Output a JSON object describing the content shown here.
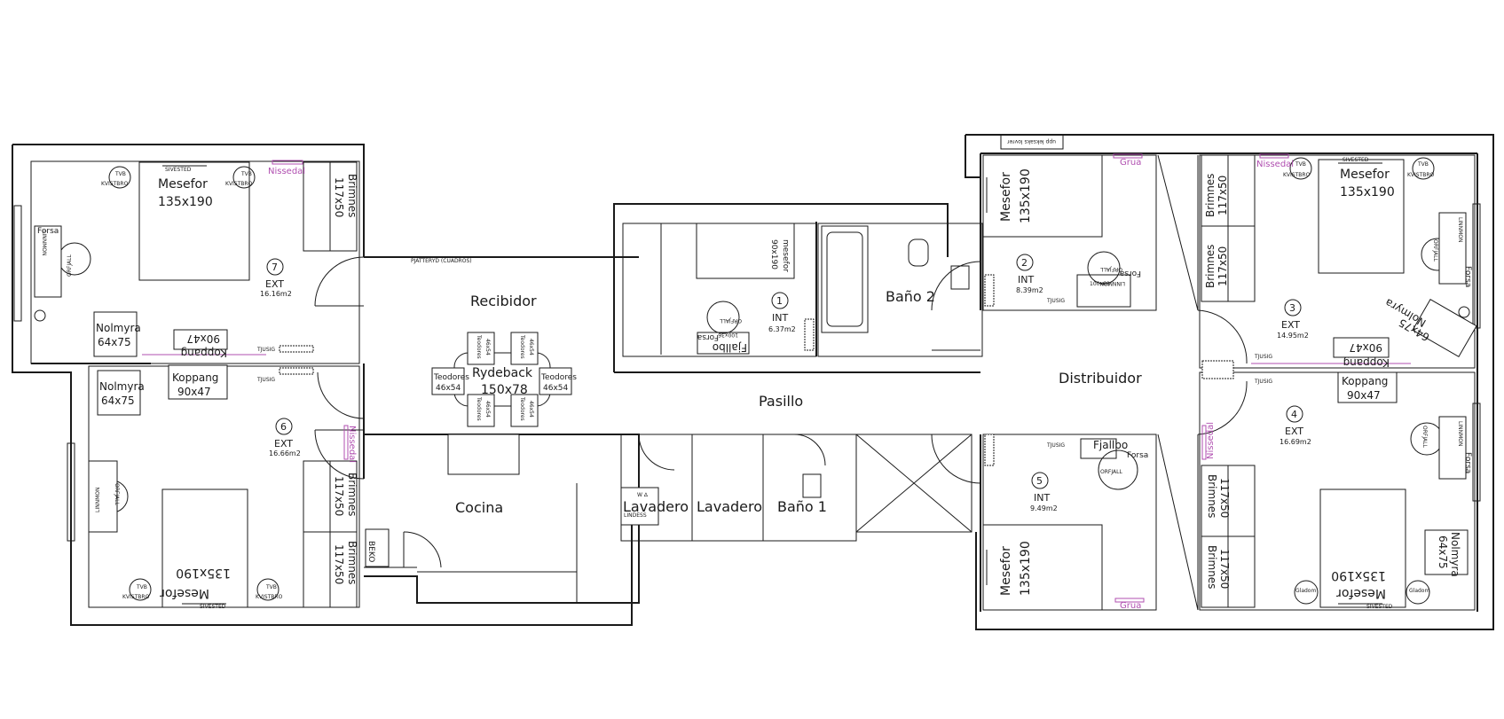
{
  "rooms": [
    {
      "id": "recibidor",
      "name": "Recibidor"
    },
    {
      "id": "pasillo",
      "name": "Pasillo"
    },
    {
      "id": "cocina",
      "name": "Cocina"
    },
    {
      "id": "lavadero1",
      "name": "Lavadero"
    },
    {
      "id": "lavadero2",
      "name": "Lavadero"
    },
    {
      "id": "bano1",
      "name": "Baño 1"
    },
    {
      "id": "bano2",
      "name": "Baño 2"
    },
    {
      "id": "distribuidor",
      "name": "Distribuidor"
    }
  ],
  "bedrooms": [
    {
      "num": "1",
      "type": "INT",
      "area": "6.37m2"
    },
    {
      "num": "2",
      "type": "INT",
      "area": "8.39m2"
    },
    {
      "num": "3",
      "type": "EXT",
      "area": "14.95m2"
    },
    {
      "num": "4",
      "type": "EXT",
      "area": "16.69m2"
    },
    {
      "num": "5",
      "type": "INT",
      "area": "9.49m2"
    },
    {
      "num": "6",
      "type": "EXT",
      "area": "16.66m2"
    },
    {
      "num": "7",
      "type": "EXT",
      "area": "16.16m2"
    }
  ],
  "furniture": {
    "mesefor_name": "Mesefor",
    "mesefor_size": "135x190",
    "mesefor_size_upside": "135x190",
    "brimnes_name": "Brimnes",
    "brimnes_size": "117x50",
    "koppang_name": "Koppang",
    "koppang_size": "90x47",
    "nolmyra_name": "Nolmyra",
    "nolmyra_size": "64x75",
    "rydeback_name": "Rydeback",
    "rydeback_size": "150x78",
    "teodores_name": "Teodores",
    "teodores_size": "46x54",
    "orfjall": "ORFJALL",
    "kvistbro": "KVISTBRO",
    "tvb": "TVB",
    "nissedal": "Nissedal",
    "linnmon": "LINNMON",
    "forsa": "Forsa",
    "tjusig": "TJUSIG",
    "fjallbo": "Fjallbo",
    "beko": "BEKO",
    "grua": "Grua",
    "pjatteryd": "PJÄTTERYD (CUADROS)",
    "sivested": "SIVESTED",
    "mesefor_small": "90x190",
    "mesefor_small_name": "mesefor",
    "fjallbo_size": "100x36",
    "linnmon_size": "100x60",
    "gladom": "Gladom",
    "ikea_top": "upp leksaks lovrer",
    "lavadero_tag": "LINDESS",
    "lavadero_tag2": "W ∆"
  },
  "colors": {
    "line": "#1a1a1a",
    "accent": "#b04fb0",
    "background": "#ffffff"
  }
}
